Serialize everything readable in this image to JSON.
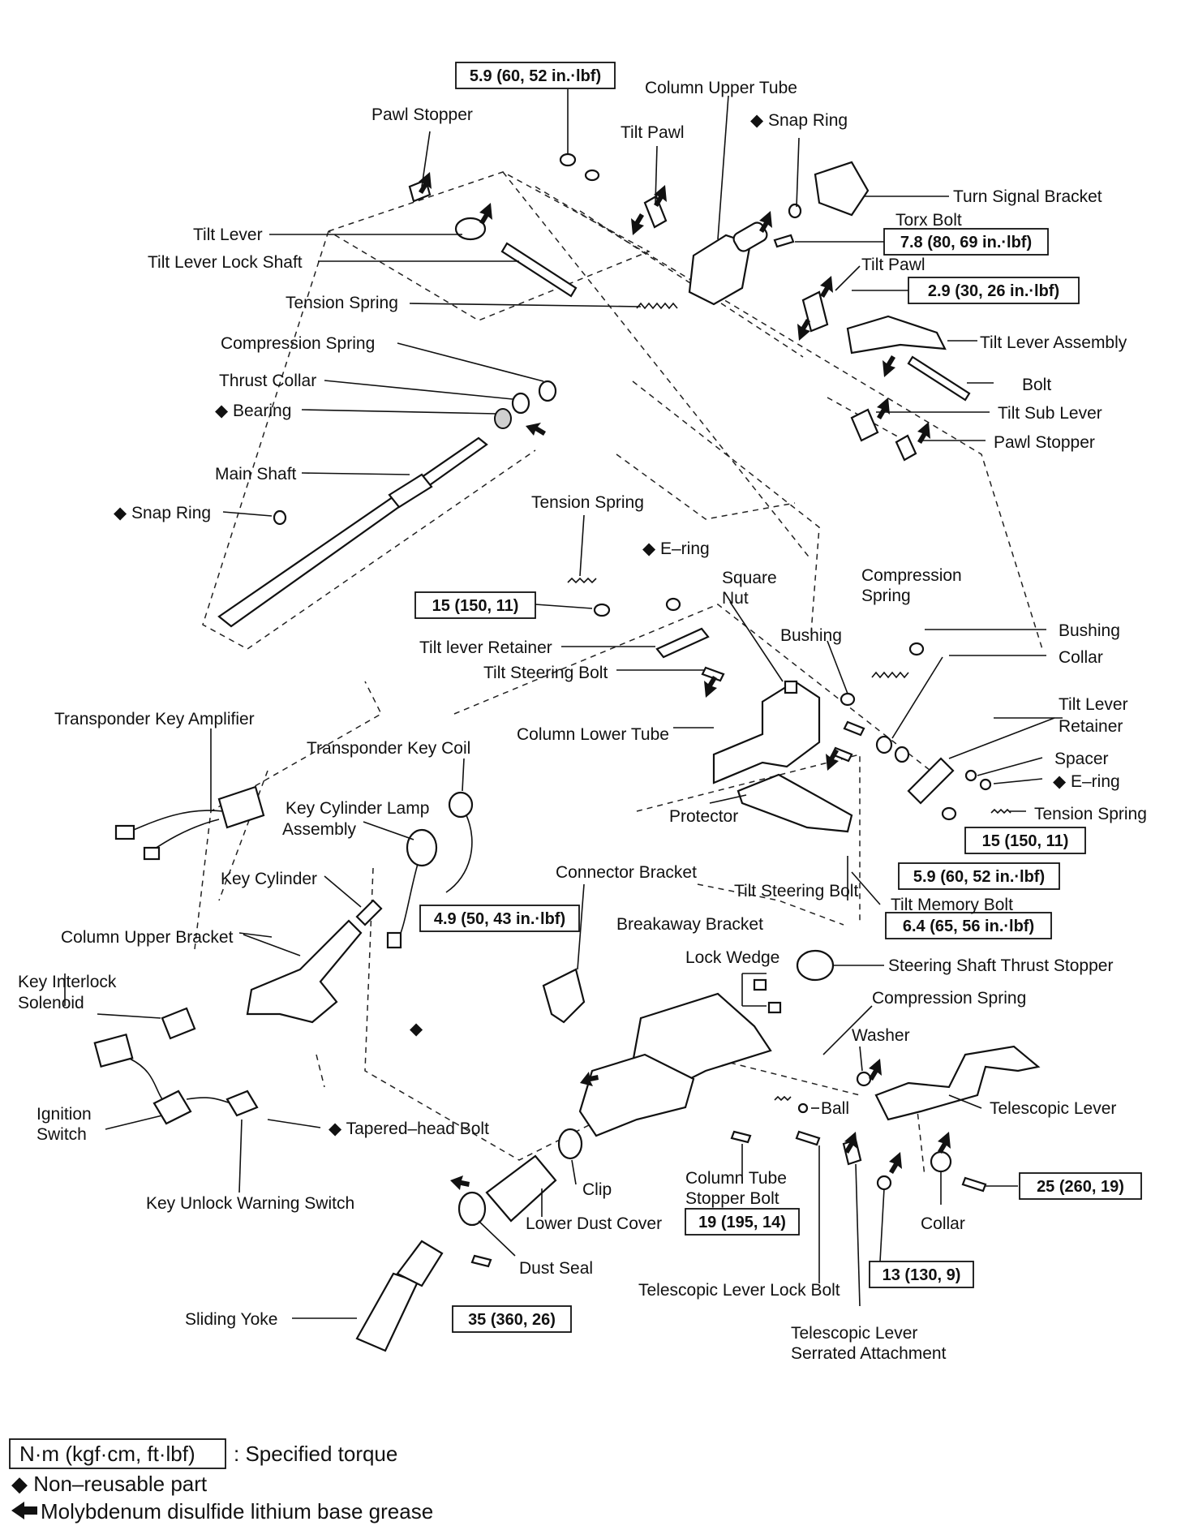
{
  "labels": {
    "pawl_stopper_top": "Pawl Stopper",
    "column_upper_tube": "Column Upper Tube",
    "tilt_pawl_top": "Tilt Pawl",
    "snap_ring_top": "◆ Snap Ring",
    "turn_signal_bracket": "Turn Signal Bracket",
    "torx_bolt": "Torx Bolt",
    "tilt_lever": "Tilt Lever",
    "tilt_lever_lock_shaft": "Tilt Lever Lock Shaft",
    "tilt_pawl_right": "Tilt Pawl",
    "tension_spring_top": "Tension Spring",
    "tilt_lever_assembly": "Tilt Lever Assembly",
    "compression_spring_top": "Compression Spring",
    "thrust_collar": "Thrust Collar",
    "bolt": "Bolt",
    "bearing": "◆ Bearing",
    "tilt_sub_lever": "Tilt Sub Lever",
    "pawl_stopper_right": "Pawl Stopper",
    "main_shaft": "Main Shaft",
    "snap_ring_left": "◆ Snap Ring",
    "tension_spring_mid": "Tension Spring",
    "e_ring_mid": "◆ E–ring",
    "square_nut_1": "Square",
    "square_nut_2": "Nut",
    "compression_spring_mid_1": "Compression",
    "compression_spring_mid_2": "Spring",
    "tilt_lever_retainer_left": "Tilt lever Retainer",
    "bushing_mid": "Bushing",
    "bushing_right": "Bushing",
    "tilt_steering_bolt_left": "Tilt Steering Bolt",
    "collar_right": "Collar",
    "tilt_lever_retainer_right_1": "Tilt Lever",
    "tilt_lever_retainer_right_2": "Retainer",
    "column_lower_tube": "Column Lower Tube",
    "spacer": "Spacer",
    "e_ring_right": "◆ E–ring",
    "tension_spring_right": "Tension Spring",
    "protector": "Protector",
    "transponder_key_amplifier": "Transponder Key Amplifier",
    "transponder_key_coil": "Transponder Key Coil",
    "key_cylinder_lamp_1": "Key Cylinder Lamp",
    "key_cylinder_lamp_2": "Assembly",
    "key_cylinder": "Key Cylinder",
    "connector_bracket": "Connector Bracket",
    "tilt_steering_bolt_right": "Tilt Steering Bolt",
    "tilt_memory_bolt": "Tilt Memory Bolt",
    "column_upper_bracket": "Column Upper Bracket",
    "breakaway_bracket": "Breakaway Bracket",
    "lock_wedge": "Lock Wedge",
    "steering_shaft_thrust_stopper": "Steering Shaft Thrust Stopper",
    "key_interlock_solenoid_1": "Key Interlock",
    "key_interlock_solenoid_2": "Solenoid",
    "compression_spring_low": "Compression Spring",
    "washer": "Washer",
    "ignition_switch_1": "Ignition",
    "ignition_switch_2": "Switch",
    "ball": "Ball",
    "telescopic_lever": "Telescopic Lever",
    "tapered_head_bolt": "◆ Tapered–head Bolt",
    "clip": "Clip",
    "column_tube_stopper_bolt_1": "Column Tube",
    "column_tube_stopper_bolt_2": "Stopper Bolt",
    "key_unlock_warning_switch": "Key Unlock Warning Switch",
    "lower_dust_cover": "Lower Dust Cover",
    "collar_low": "Collar",
    "dust_seal": "Dust Seal",
    "telescopic_lever_lock_bolt": "Telescopic Lever Lock Bolt",
    "sliding_yoke": "Sliding Yoke",
    "telescopic_serrated_1": "Telescopic Lever",
    "telescopic_serrated_2": "Serrated Attachment",
    "diamond_low": "◆"
  },
  "torques": {
    "t1": "5.9 (60, 52 in.·lbf)",
    "t2": "7.8 (80, 69 in.·lbf)",
    "t3": "2.9 (30, 26 in.·lbf)",
    "t4": "15 (150, 11)",
    "t5": "15 (150, 11)",
    "t6": "5.9 (60, 52 in.·lbf)",
    "t7": "6.4 (65, 56 in.·lbf)",
    "t8": "4.9 (50, 43 in.·lbf)",
    "t9": "19 (195, 14)",
    "t10": "25 (260, 19)",
    "t11": "13 (130, 9)",
    "t12": "35 (360, 26)"
  },
  "legend": {
    "torque_box": "N·m (kgf·cm, ft·lbf)",
    "torque_text": ": Specified torque",
    "nonreusable": "◆ Non–reusable part",
    "grease": "Molybdenum disulfide lithium base grease"
  }
}
